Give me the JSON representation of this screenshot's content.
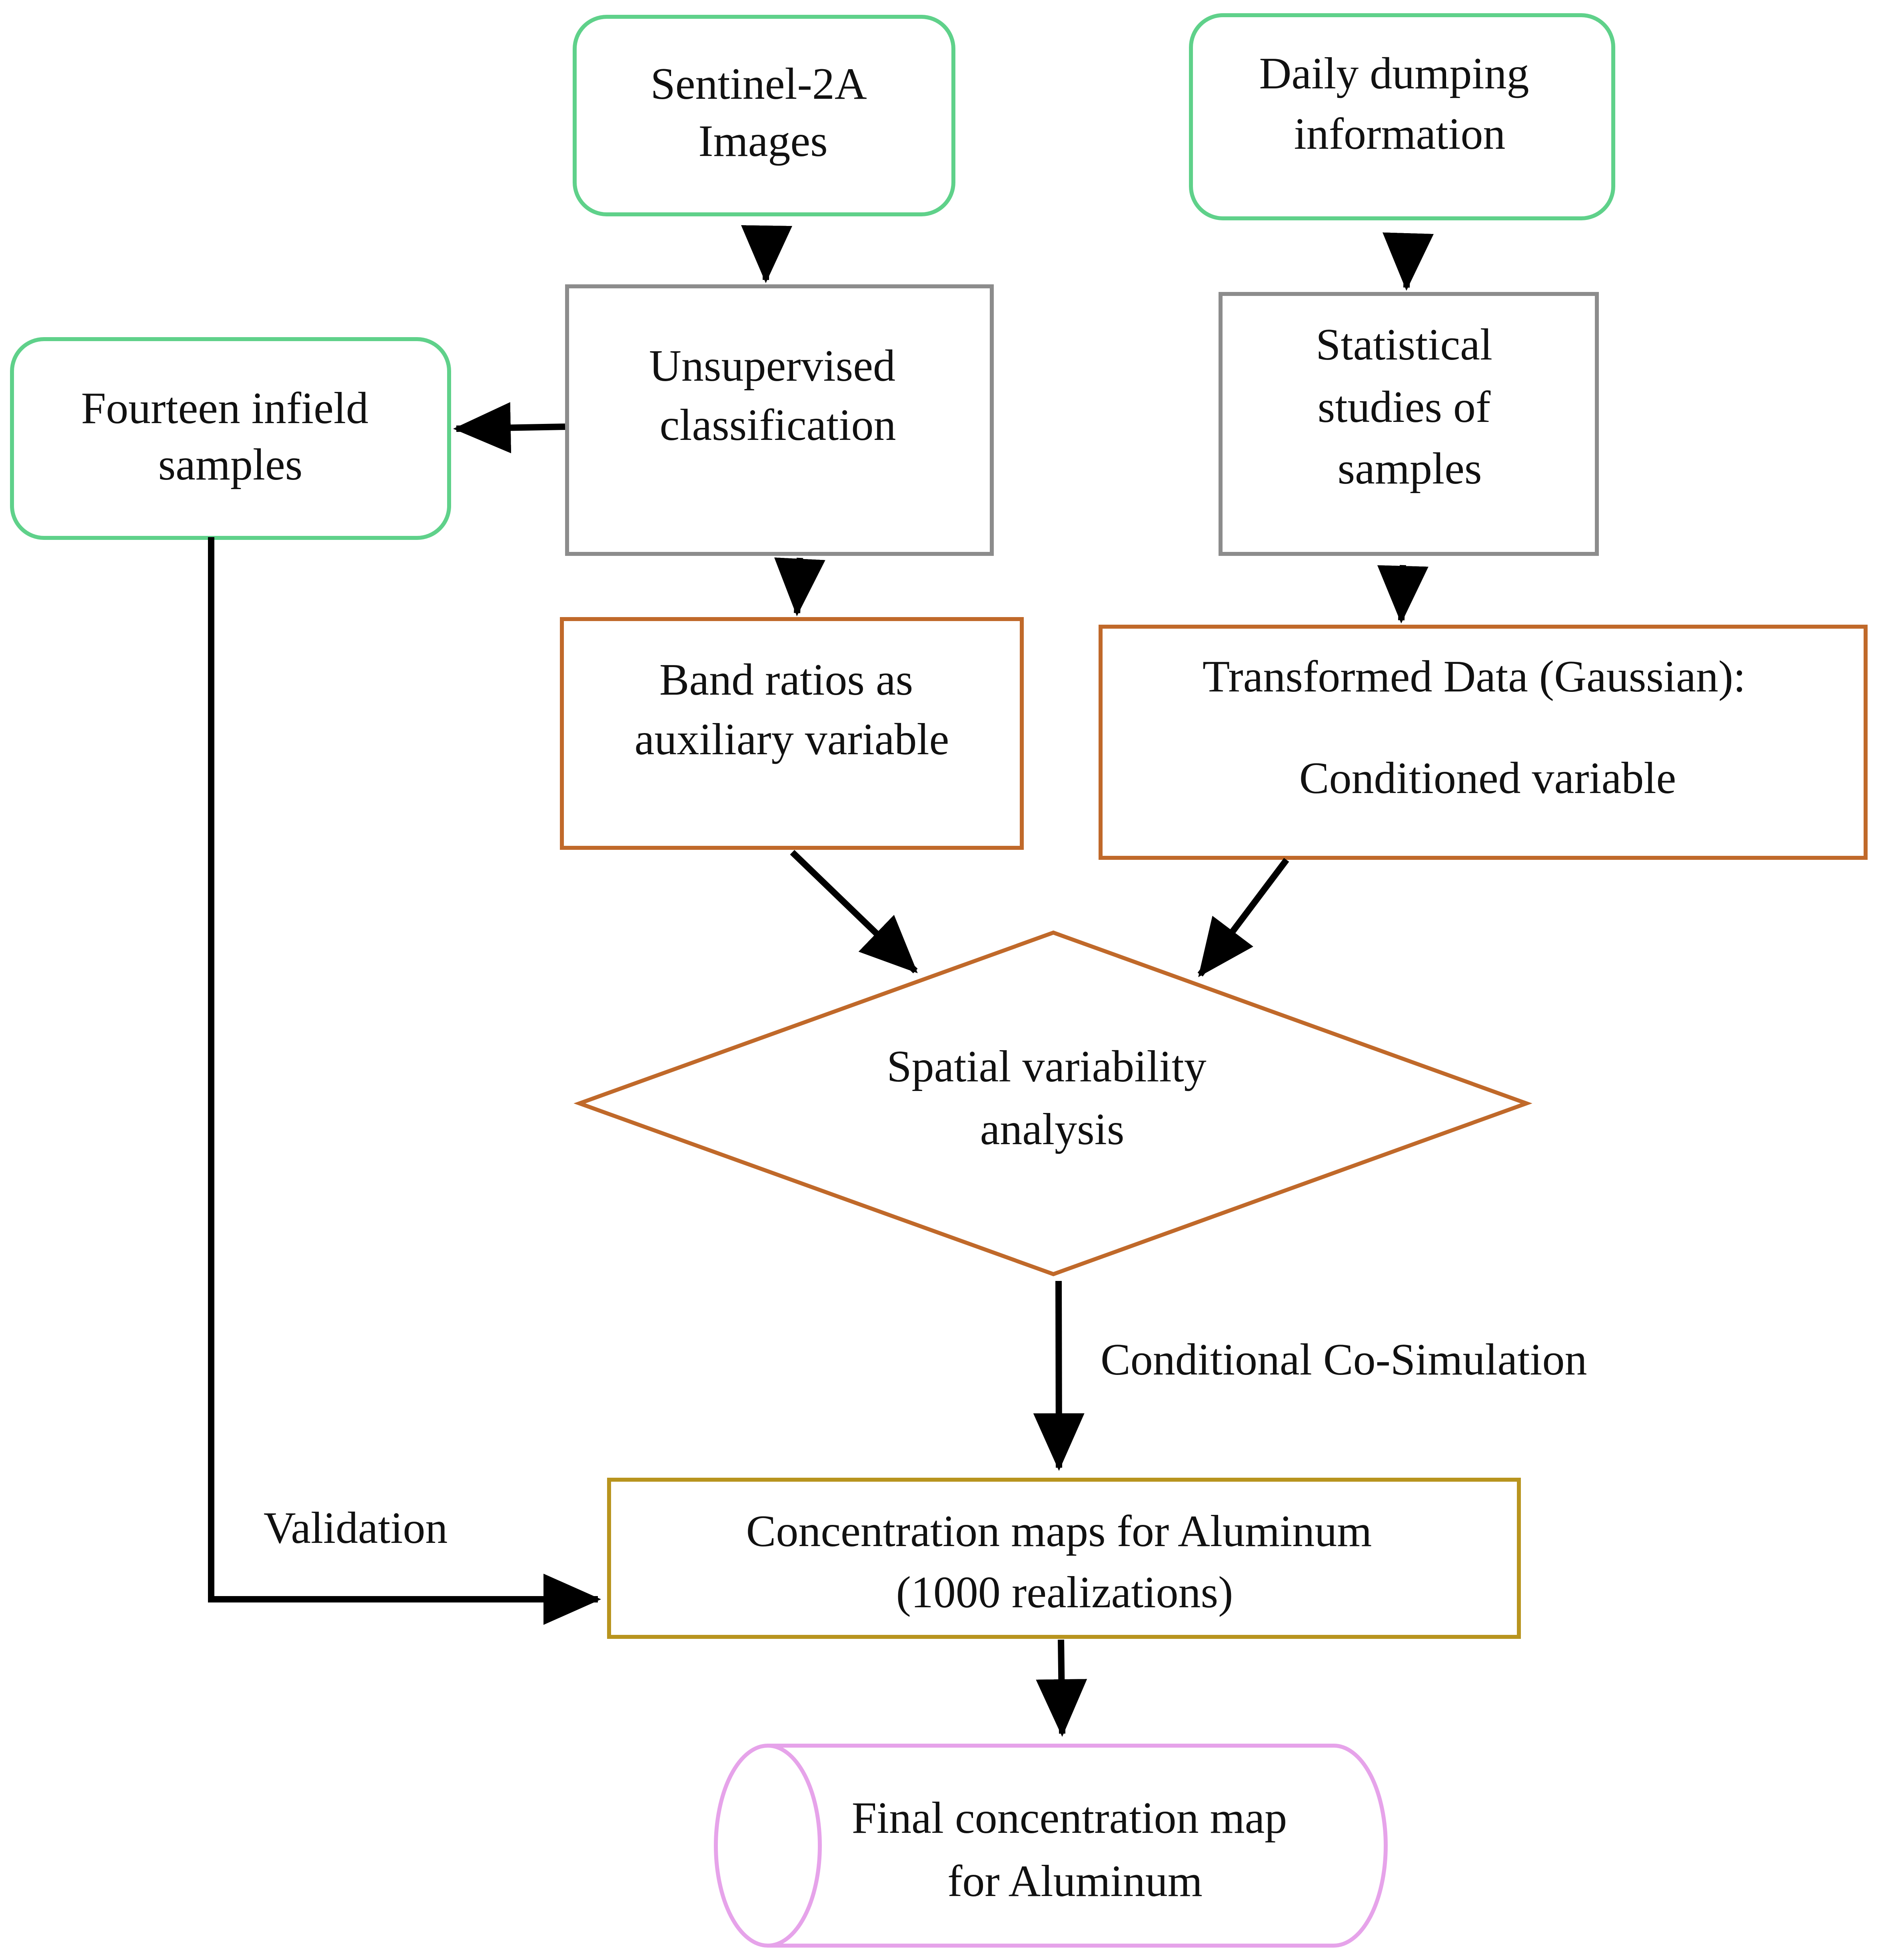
{
  "colors": {
    "green": "#5fd18a",
    "gray": "#8c8c8c",
    "orange": "#c0692a",
    "gold": "#b8941e",
    "pink": "#e6a3ea",
    "arrow": "#000000"
  },
  "nodes": {
    "sentinel": [
      "Sentinel-2A",
      "Images"
    ],
    "daily": [
      "Daily dumping",
      "information"
    ],
    "fourteen": [
      "Fourteen infield",
      "samples"
    ],
    "unsupervised": [
      "Unsupervised",
      "classification"
    ],
    "statistical": [
      "Statistical",
      "studies of",
      "samples"
    ],
    "band": [
      "Band ratios as",
      "auxiliary variable"
    ],
    "transformed": [
      "Transformed Data (Gaussian):",
      "Conditioned variable"
    ],
    "spatial": [
      "Spatial variability",
      "analysis"
    ],
    "concentration": [
      "Concentration maps for Aluminum",
      "(1000 realizations)"
    ],
    "final": [
      "Final concentration map",
      "for Aluminum"
    ]
  },
  "edge_labels": {
    "cosim": "Conditional Co-Simulation",
    "validation": "Validation"
  }
}
